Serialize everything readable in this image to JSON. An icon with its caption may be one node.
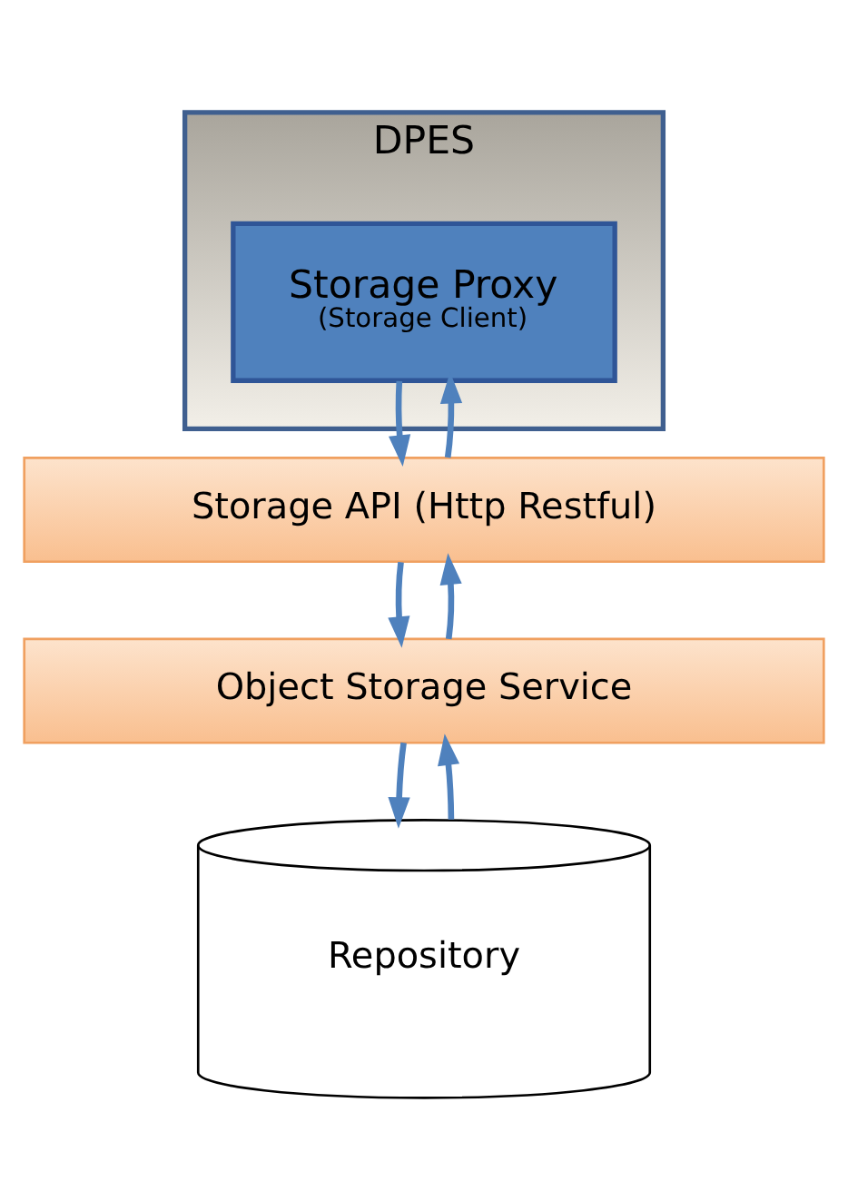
{
  "diagram": {
    "nodes": [
      {
        "text": [
          "DPES"
        ]
      },
      {
        "text": [
          "Storage Proxy",
          "(Storage Client)"
        ],
        "in": 0
      },
      {
        "text": [
          "Storage API (Http Restful)"
        ]
      },
      {
        "text": [
          "Object Storage Service"
        ]
      },
      {
        "text": [
          "Repository"
        ]
      }
    ],
    "edges": [
      {
        "from": 2,
        "to": 1,
        "arrow": "to"
      },
      {
        "from": 1,
        "to": 2,
        "arrow": "to"
      },
      {
        "from": 3,
        "to": 2,
        "arrow": "to"
      },
      {
        "from": 2,
        "to": 3,
        "arrow": "to"
      },
      {
        "from": 4,
        "to": 3,
        "arrow": "to"
      },
      {
        "from": 3,
        "to": 4,
        "arrow": "to"
      }
    ]
  }
}
